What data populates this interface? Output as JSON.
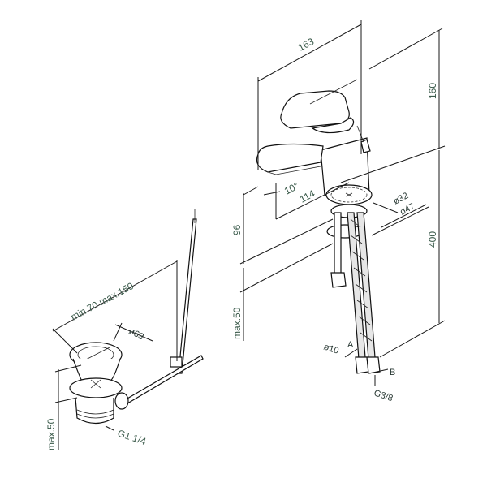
{
  "drawing": {
    "title": "Basin mixer technical drawing",
    "colors": {
      "line": "#1a1a1a",
      "label": "#3a5a4a",
      "background": "#ffffff"
    }
  },
  "faucet": {
    "dimensions": {
      "overall_length": "163",
      "height_above": "160",
      "spout_reach": "114",
      "angle": "10°",
      "spout_height": "96",
      "hole_diameter": "ø32",
      "base_diameter": "ø47",
      "hose_length": "400",
      "deck_thickness": "max.50"
    },
    "hoses": {
      "label_a": "A",
      "label_b": "B",
      "pipe_diameter": "ø10",
      "thread": "G3/8"
    }
  },
  "drain": {
    "dimensions": {
      "rod_distance": "min.70 max.150",
      "plug_diameter": "ø63",
      "deck_thickness": "max.50",
      "thread": "G1 1/4"
    }
  }
}
